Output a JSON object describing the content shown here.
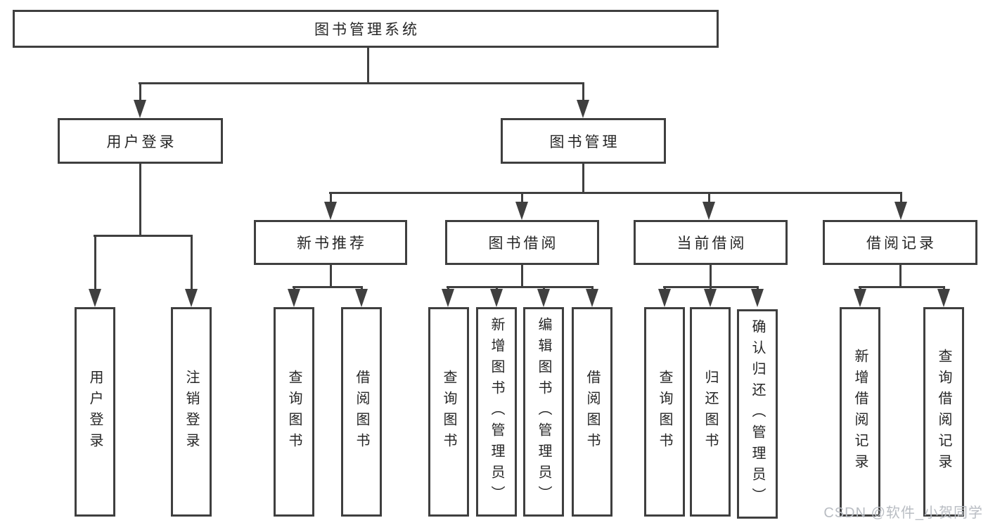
{
  "tree": {
    "root": "图书管理系统",
    "branches": [
      {
        "label": "用户登录",
        "children": [
          {
            "label": "用户登录"
          },
          {
            "label": "注销登录"
          }
        ]
      },
      {
        "label": "图书管理",
        "children": [
          {
            "label": "新书推荐",
            "children": [
              {
                "label": "查询图书"
              },
              {
                "label": "借阅图书"
              }
            ]
          },
          {
            "label": "图书借阅",
            "children": [
              {
                "label": "查询图书"
              },
              {
                "label": "新增图书（管理员）"
              },
              {
                "label": "编辑图书（管理员）"
              },
              {
                "label": "借阅图书"
              }
            ]
          },
          {
            "label": "当前借阅",
            "children": [
              {
                "label": "查询图书"
              },
              {
                "label": "归还图书"
              },
              {
                "label": "确认归还（管理员）"
              }
            ]
          },
          {
            "label": "借阅记录",
            "children": [
              {
                "label": "新增借阅记录"
              },
              {
                "label": "查询借阅记录"
              }
            ]
          }
        ]
      }
    ]
  },
  "watermark": {
    "text": "CSDN @软件_小贺同学"
  },
  "colors": {
    "line": "#3f3f3f",
    "text": "#262626",
    "watermark": "#b9bdc3",
    "background": "#ffffff"
  }
}
